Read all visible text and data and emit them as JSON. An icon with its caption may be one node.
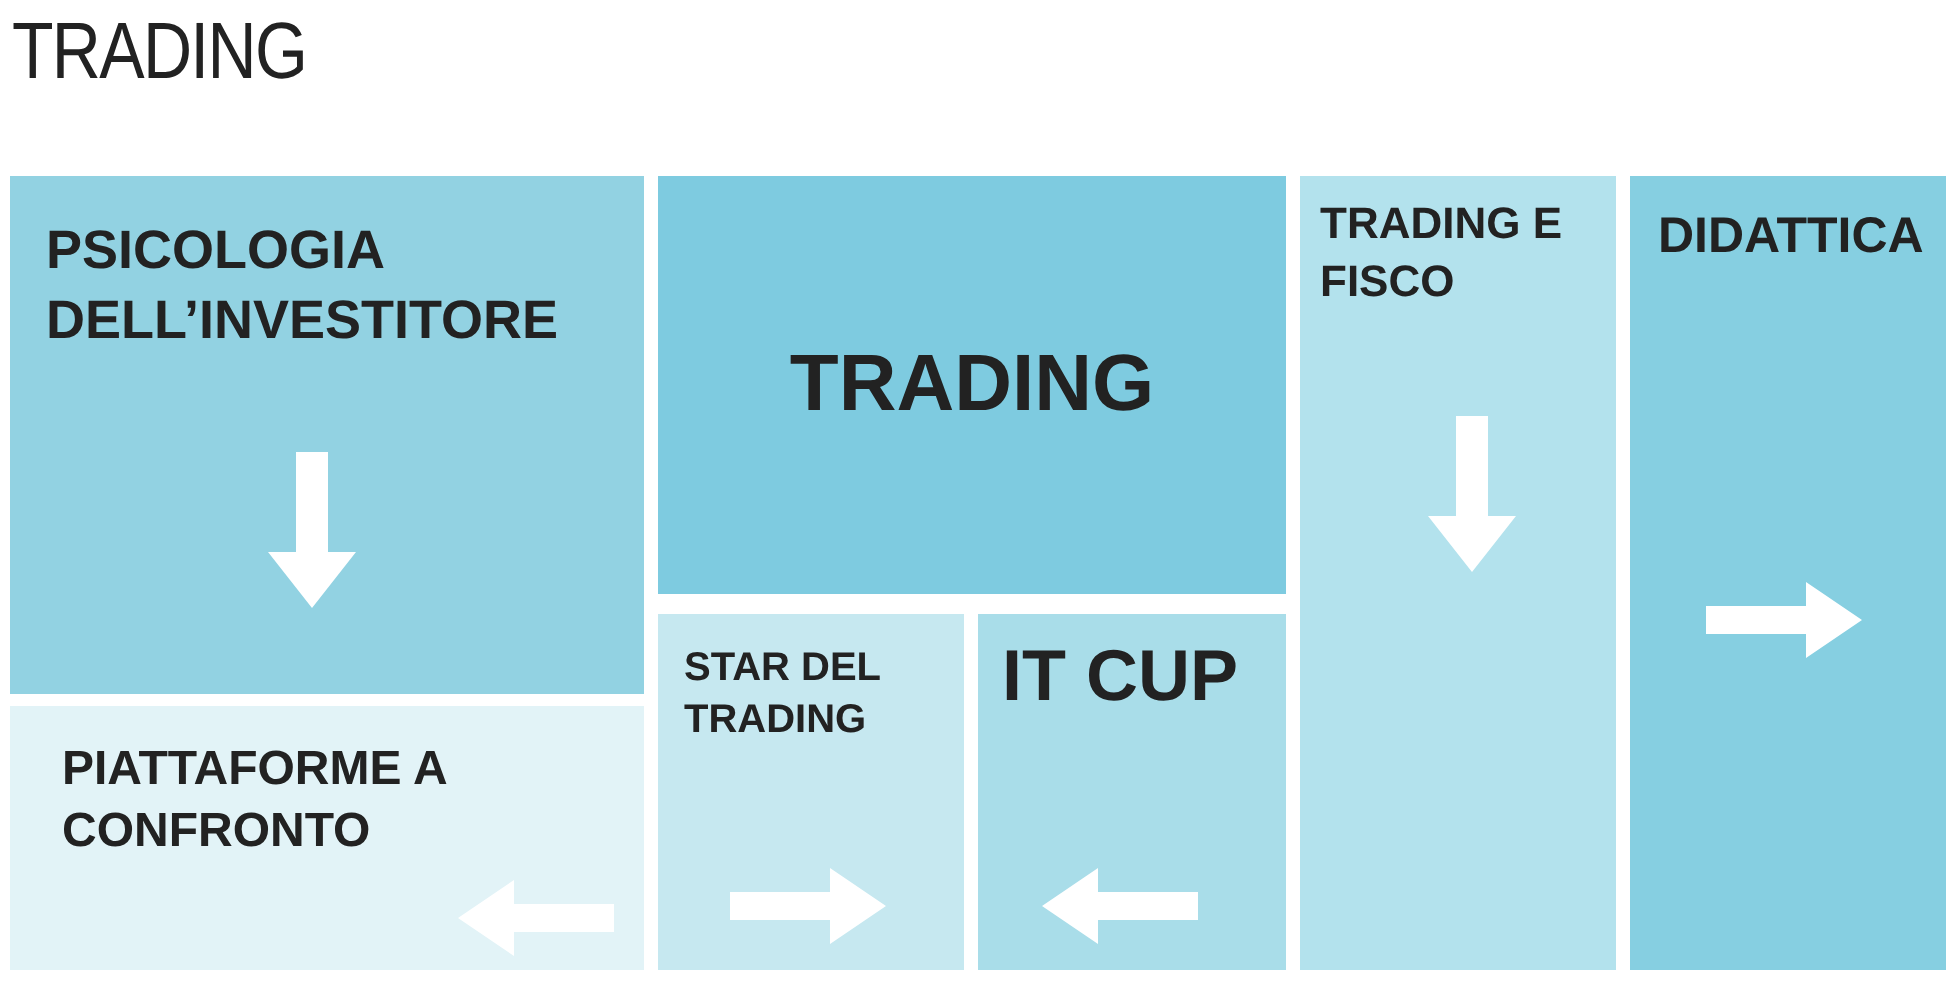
{
  "diagram": {
    "title": "TRADING",
    "nodes": [
      {
        "text": [
          "PSICOLOGIA DELL’INVESTITORE"
        ]
      },
      {
        "text": [
          "PIATTAFORME A CONFRONTO"
        ]
      },
      {
        "text": [
          "TRADING"
        ]
      },
      {
        "text": [
          "STAR DEL TRADING"
        ]
      },
      {
        "text": [
          "IT CUP"
        ]
      },
      {
        "text": [
          "TRADING E FISCO"
        ]
      },
      {
        "text": [
          "DIDATTICA"
        ]
      }
    ]
  }
}
